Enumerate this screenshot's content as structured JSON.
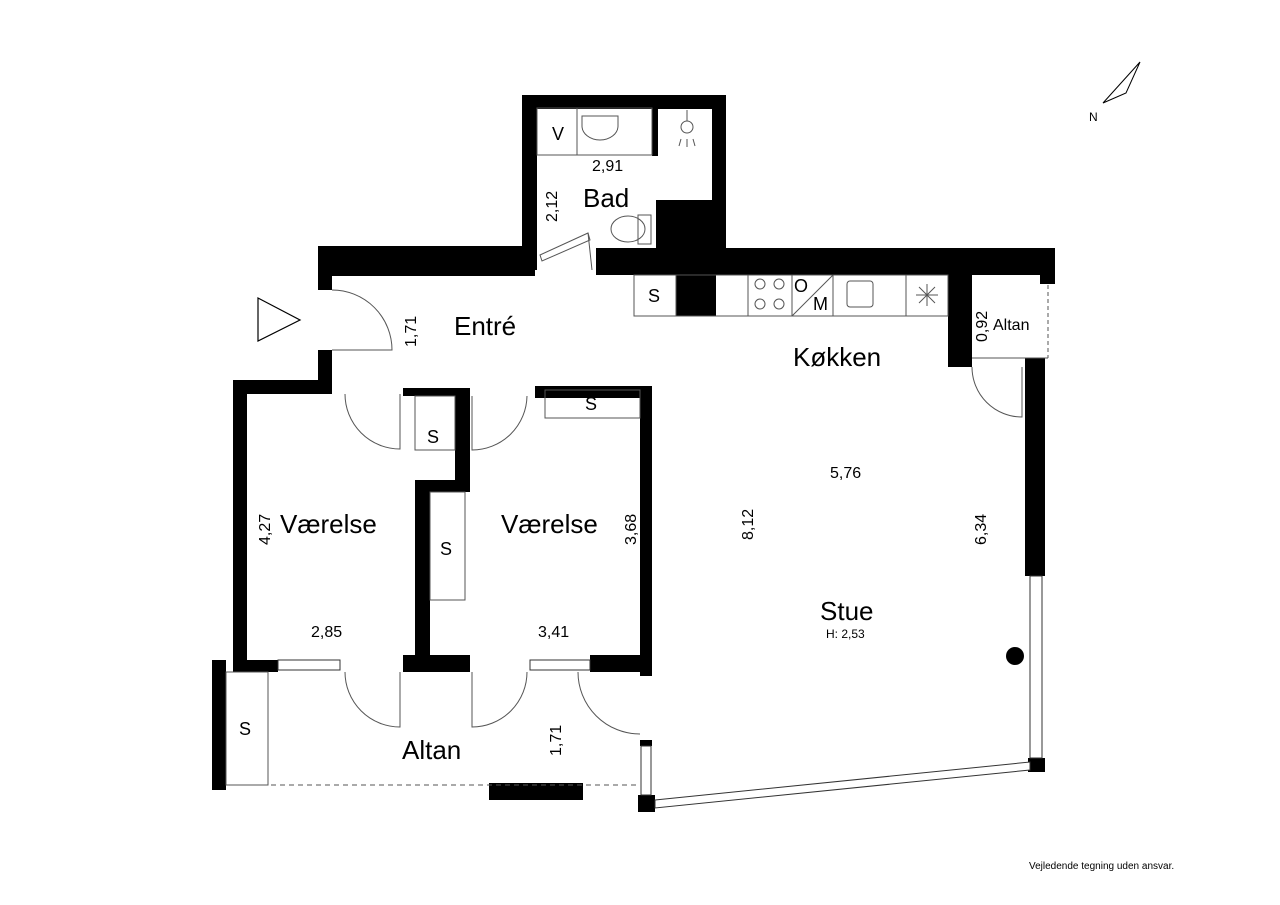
{
  "rooms": {
    "bad": {
      "name": "Bad",
      "width": "2,91",
      "depth": "2,12"
    },
    "entre": {
      "name": "Entré",
      "depth": "1,71"
    },
    "kokken": {
      "name": "Køkken"
    },
    "altan_small": {
      "name": "Altan",
      "depth": "0,92"
    },
    "vaerelse1": {
      "name": "Værelse",
      "width": "2,85",
      "depth": "4,27"
    },
    "vaerelse2": {
      "name": "Værelse",
      "width": "3,41",
      "depth": "3,68"
    },
    "stue": {
      "name": "Stue",
      "width": "5,76",
      "depth": "8,12",
      "depth_right": "6,34",
      "height": "H: 2,53"
    },
    "altan_large": {
      "name": "Altan",
      "depth": "1,71"
    }
  },
  "fixtures": {
    "storage": "S",
    "washer": "V",
    "oven": "O",
    "microwave": "M"
  },
  "compass": {
    "north": "N"
  },
  "disclaimer": "Vejledende tegning uden ansvar."
}
